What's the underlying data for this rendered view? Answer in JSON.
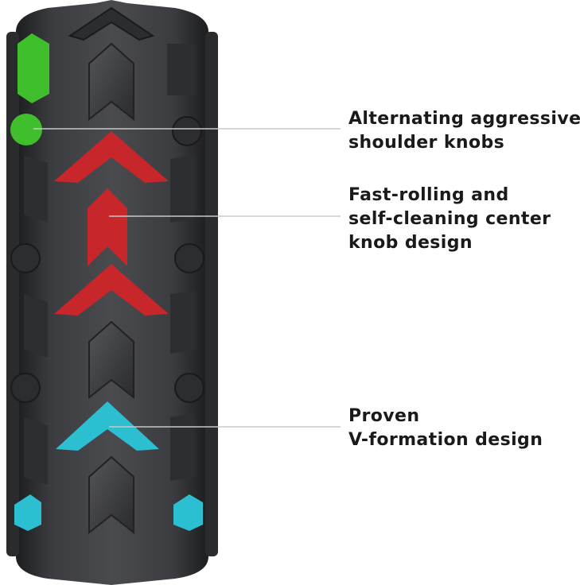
{
  "callouts": [
    {
      "lines": [
        "Alternating aggressive",
        "shoulder knobs"
      ]
    },
    {
      "lines": [
        "Fast-rolling and",
        "self-cleaning center",
        "knob design"
      ]
    },
    {
      "lines": [
        "Proven",
        "V-formation design"
      ]
    }
  ],
  "colors": {
    "shoulder_highlight": "#3fbf2c",
    "center_highlight": "#c7262b",
    "vformation_highlight": "#2bbfd1",
    "tire_body": "#3a3b3d",
    "leader_line": "#c8c8c8"
  }
}
